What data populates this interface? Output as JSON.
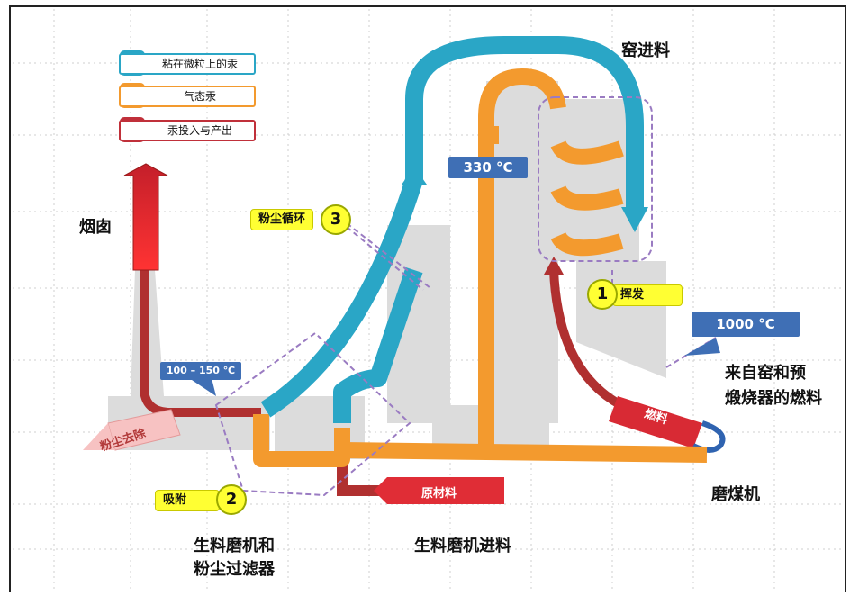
{
  "legend": {
    "particle_mercury": "粘在微粒上的汞",
    "gaseous_mercury": "气态汞",
    "mercury_io": "汞投入与产出"
  },
  "labels": {
    "kiln_feed": "窑进料",
    "chimney": "烟囱",
    "raw_mill_filter_1": "生料磨机和",
    "raw_mill_filter_2": "粉尘过滤器",
    "raw_mill_feed": "生料磨机进料",
    "coal_mill": "磨煤机",
    "fuel_source_1": "来自窑和预",
    "fuel_source_2": "煅烧器的燃料"
  },
  "temps": {
    "t330": "330 °C",
    "t1000": "1000 °C",
    "t100_150": "100 – 150 ℃"
  },
  "steps": {
    "n1": "1",
    "s1": "挥发",
    "n2": "2",
    "s2": "吸附",
    "n3": "3",
    "s3": "粉尘循环"
  },
  "arrows": {
    "dust_removal": "粉尘去除",
    "raw_material": "原材料",
    "fuel": "燃料"
  },
  "colors": {
    "blue": "#2aa6c6",
    "orange": "#f39a2e",
    "red": "#c0303a",
    "dashed": "#9a7bc2",
    "temp_box": "#3f6fb5",
    "tag_yellow": "#ffff33"
  }
}
